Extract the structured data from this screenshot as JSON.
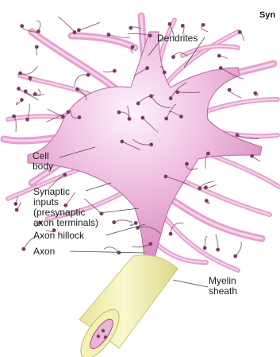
{
  "header": {
    "title_fragment": "Syn"
  },
  "labels": {
    "dendrites": "Dendrites",
    "cell_body_line1": "Cell",
    "cell_body_line2": "body",
    "synaptic_line1": "Synaptic",
    "synaptic_line2": "inputs",
    "synaptic_line3": "(presynaptic",
    "synaptic_line4": "axon terminals)",
    "axon_hillock": "Axon hillock",
    "axon": "Axon",
    "myelin_line1": "Myelin",
    "myelin_line2": "sheath"
  },
  "colors": {
    "neuron_fill": "#e7a0cf",
    "neuron_highlight": "#fbeef8",
    "neuron_outline": "#9a4f86",
    "terminal": "#7a3a63",
    "myelin_fill": "#f3f0ae",
    "myelin_edge": "#c7c77a",
    "leader_line": "#4a4a4a"
  }
}
